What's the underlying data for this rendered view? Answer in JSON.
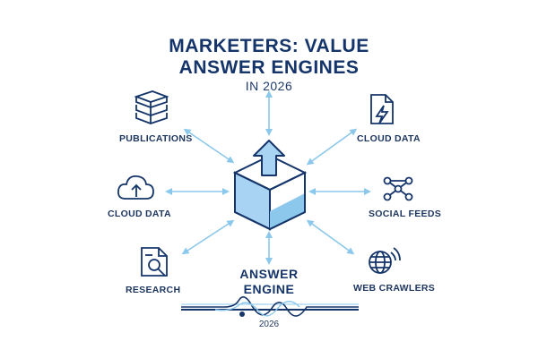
{
  "header": {
    "line1": "MARKETERS: VALUE",
    "line2": "ANSWER ENGINES",
    "line3": "IN 2026"
  },
  "center": {
    "line1": "ANSWER",
    "line2": "ENGINE"
  },
  "sources": {
    "publications": "PUBLICATIONS",
    "cloud_data_left": "CLOUD DATA",
    "research": "RESEARCH",
    "cloud_data_right": "CLOUD DATA",
    "social_feeds": "SOCIAL FEEDS",
    "web_crawlers": "WEB CRAWLERS"
  },
  "timeline": {
    "year": "2026"
  },
  "colors": {
    "navy": "#15356a",
    "arrow": "#8cc8ec",
    "cube": "#a9d3f2"
  }
}
